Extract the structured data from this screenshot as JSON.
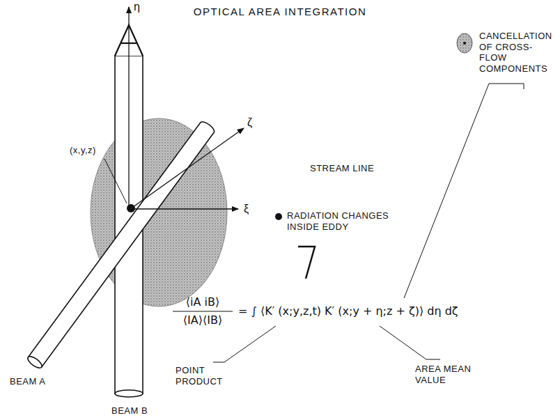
{
  "diagram": {
    "title": "OPTICAL AREA INTEGRATION",
    "labels": [
      "η",
      "ζ",
      "ξ",
      "(x,y,z)",
      "STREAM LINE",
      "RADIATION CHANGES INSIDE EDDY",
      "CANCELLATION OF CROSS-FLOW COMPONENTS",
      "BEAM A",
      "BEAM B",
      "⟨iA iB⟩",
      "⟨IA⟩⟨IB⟩",
      "= ∫ ⟨K′ (x;y,z,t) K′ (x;y + η;z + ζ)⟩ dη dζ",
      "POINT PRODUCT",
      "AREA MEAN VALUE"
    ]
  }
}
